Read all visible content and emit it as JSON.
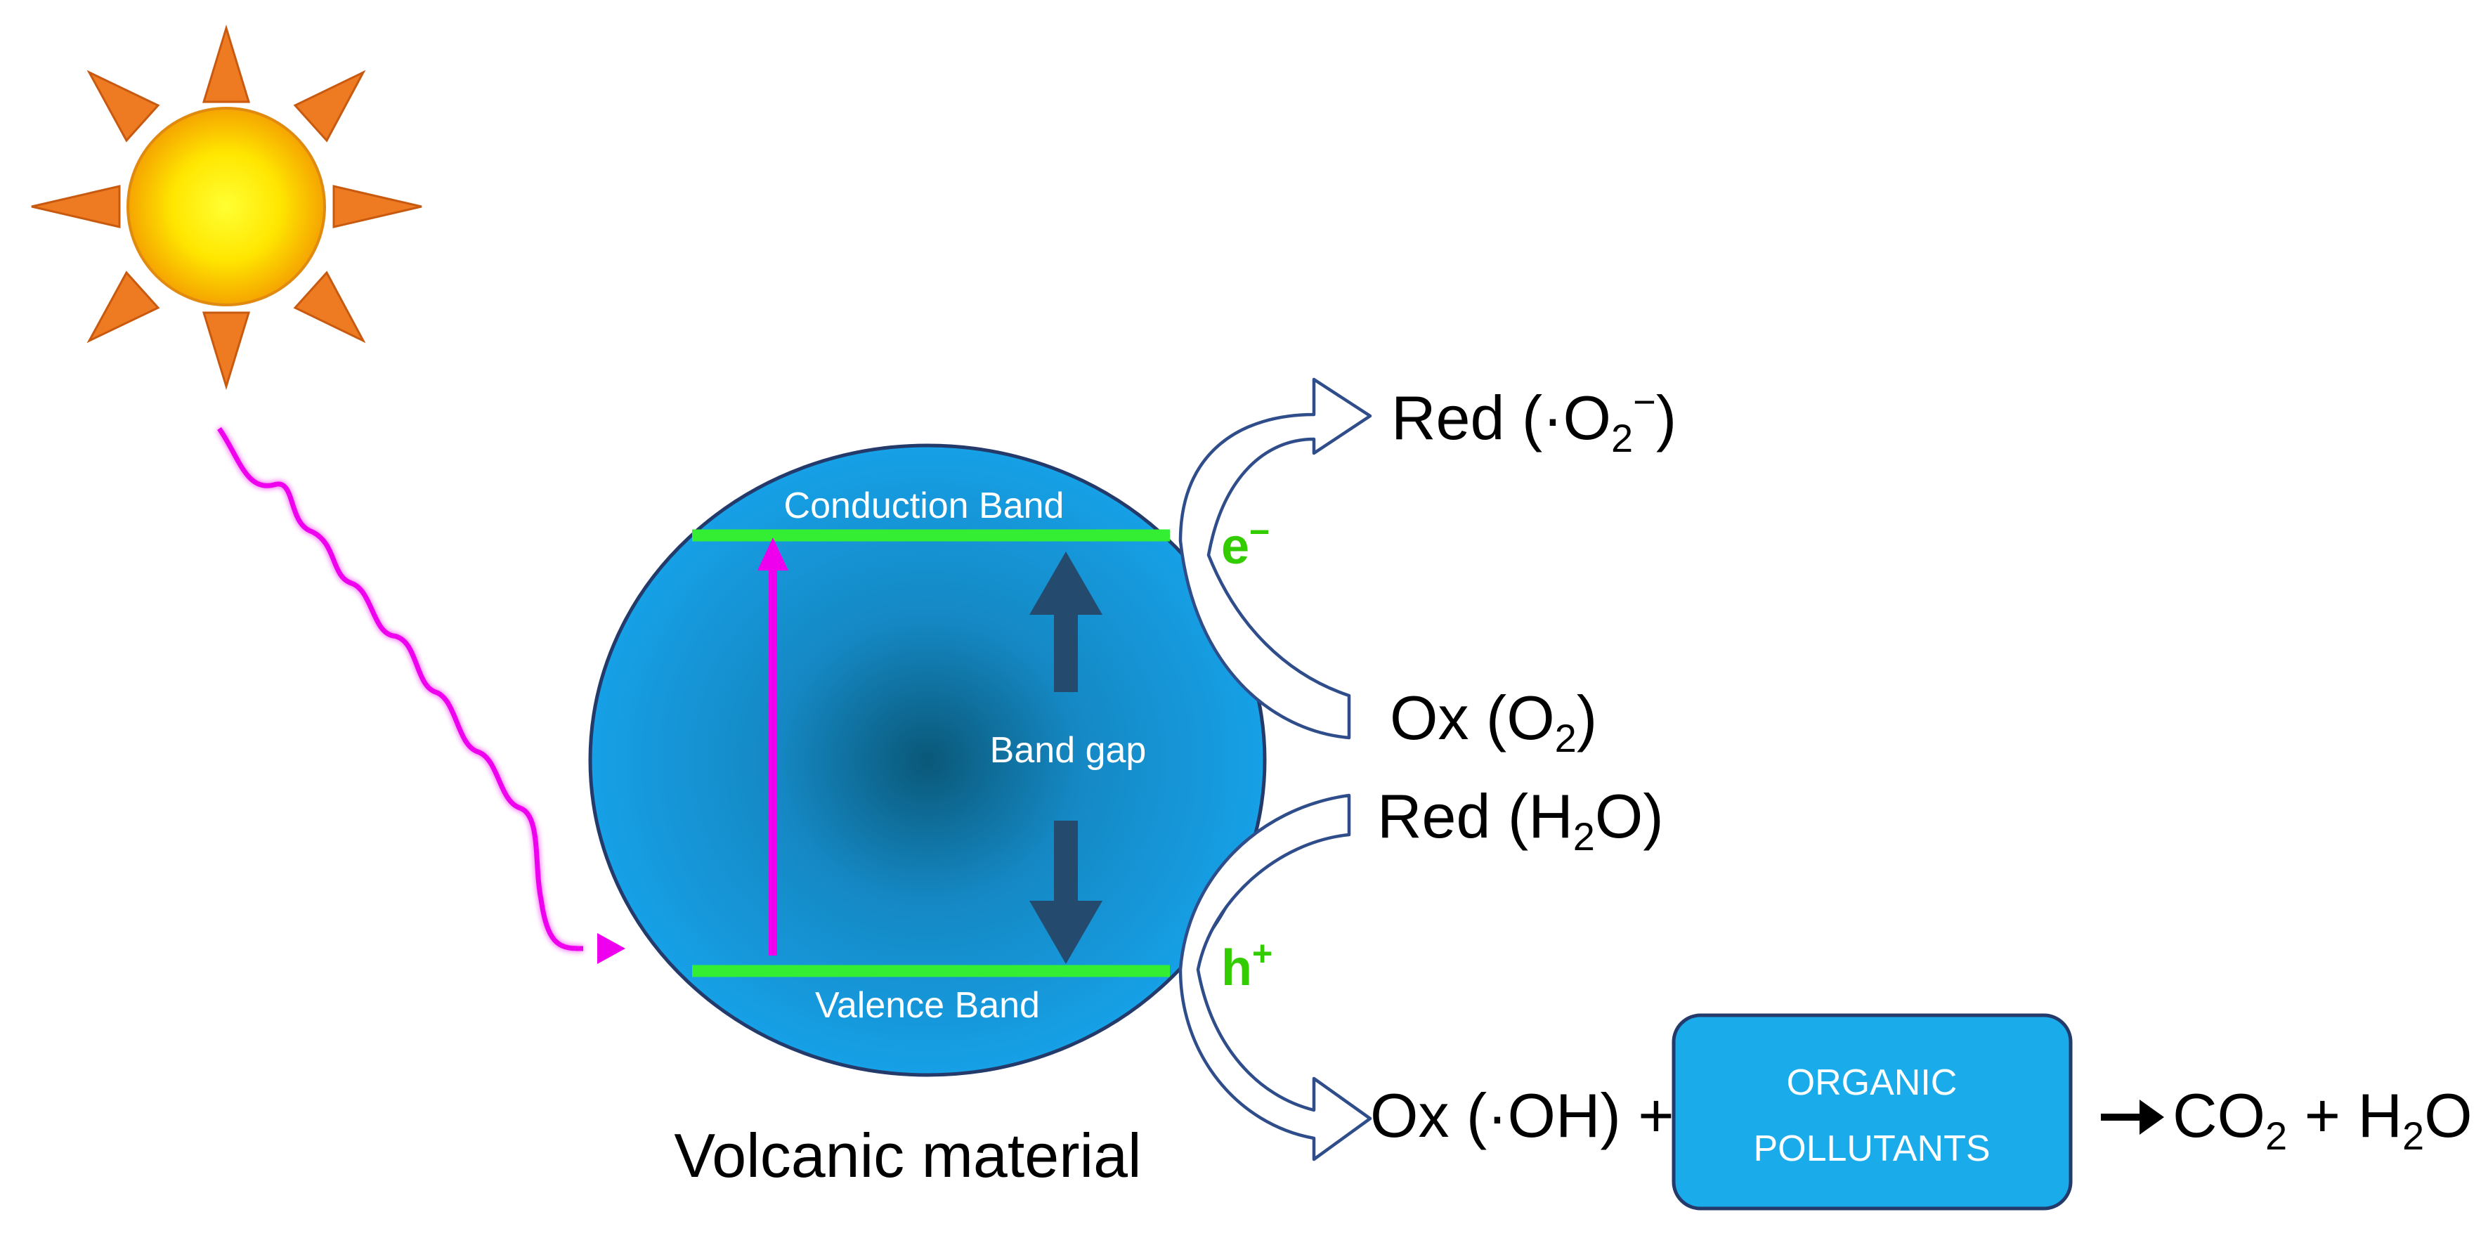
{
  "labels": {
    "conduction_band": "Conduction Band",
    "valence_band": "Valence Band",
    "band_gap": "Band gap",
    "material": "Volcanic material",
    "electron": "e",
    "electron_sup": "−",
    "hole": "h",
    "hole_sup": "+",
    "red_o2_prefix": "Red (·O",
    "red_o2_sub": "2",
    "red_o2_sup": "−",
    "red_o2_suffix": ")",
    "ox_o2_prefix": "Ox (O",
    "ox_o2_sub": "2",
    "ox_o2_suffix": ")",
    "red_h2o_prefix": "Red (H",
    "red_h2o_sub": "2",
    "red_h2o_suffix": "O)",
    "ox_oh": "Ox (·OH) +",
    "pollutants_line1": "ORGANIC",
    "pollutants_line2": "POLLUTANTS",
    "product_arrow": "➔",
    "product_co2_prefix": "CO",
    "product_co2_sub": "2",
    "product_plus": " + H",
    "product_h2o_sub": "2",
    "product_h2o_suffix": "O"
  },
  "icons": {
    "sun": "sun-icon",
    "light_wave": "light-wave-icon"
  },
  "colors": {
    "particle": "#1aa0e0",
    "particle_dark": "#0a5a80",
    "band_line": "#33ee33",
    "excitation_arrow": "#ee00ee",
    "gap_arrow": "#244a6e",
    "electron_hole": "#33cc00",
    "outline_arrow": "#2e4d8a",
    "pollutant_box": "#1aabeb",
    "sun_core": "#ffee00",
    "sun_ray": "#ee7a22"
  }
}
